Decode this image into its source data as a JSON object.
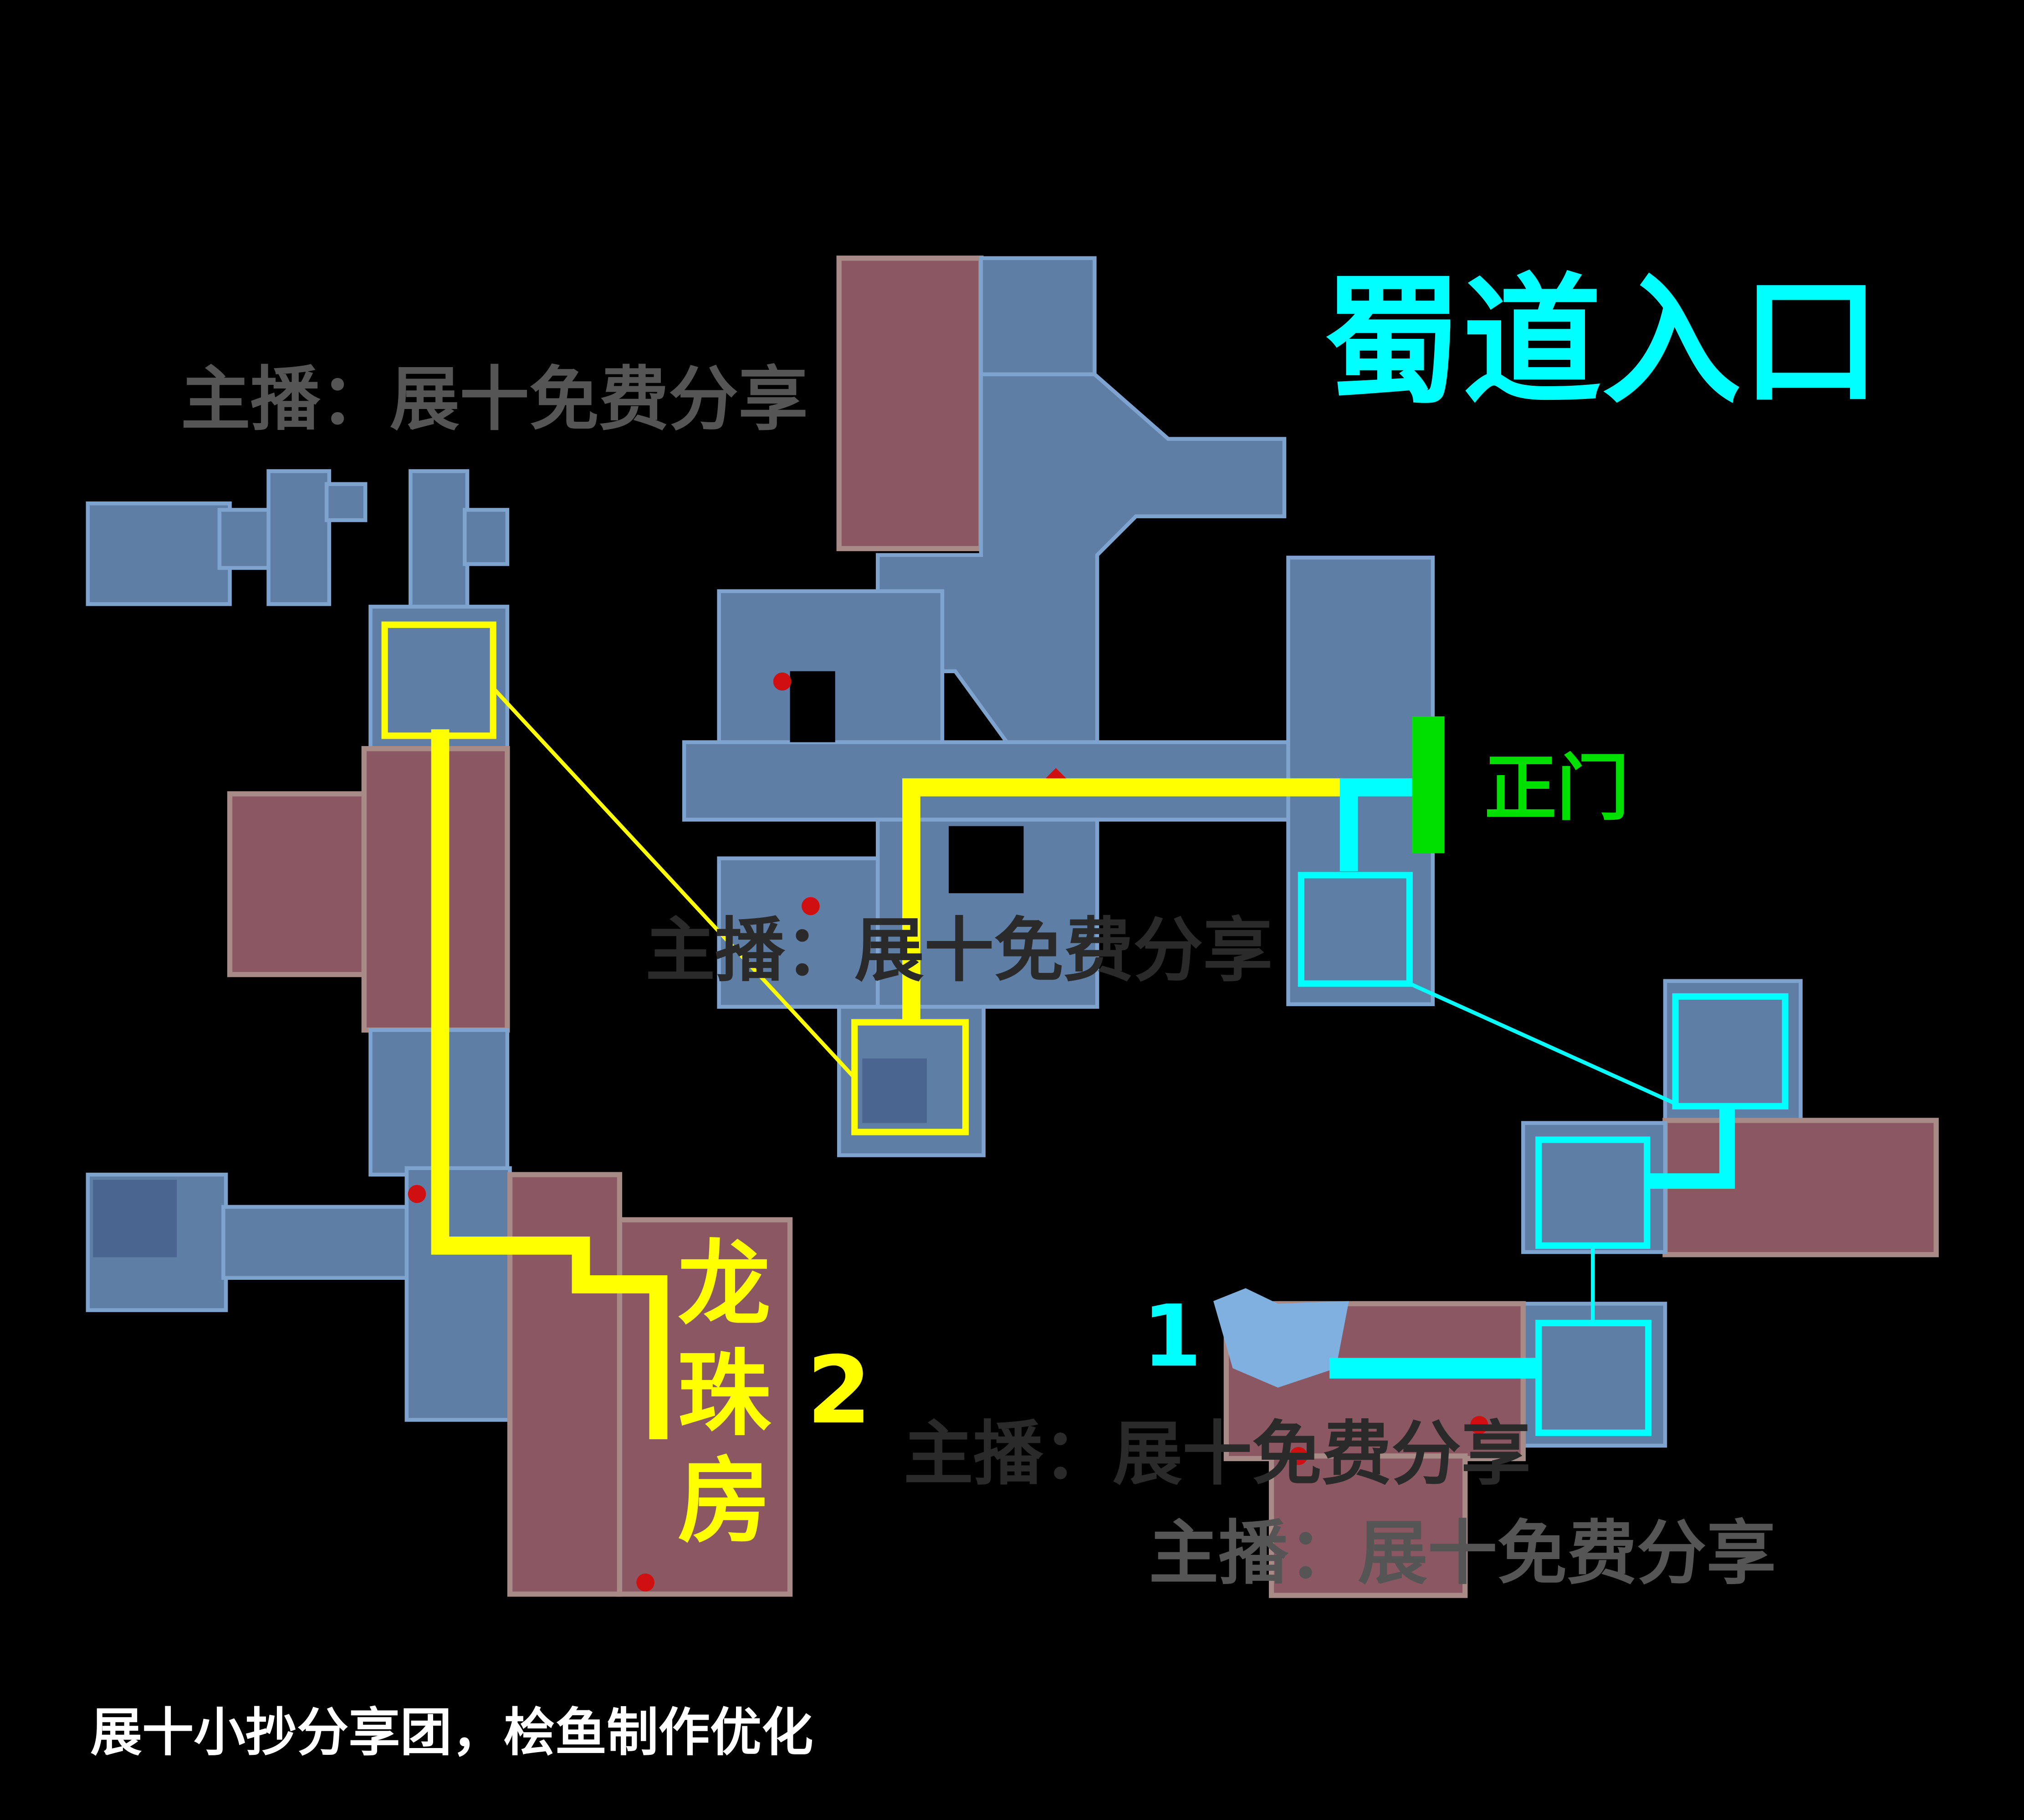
{
  "title": "蜀道入口",
  "entrance_label": "正门",
  "room_label_chars": [
    "龙",
    "珠",
    "房"
  ],
  "markers": {
    "one": "1",
    "two": "2"
  },
  "watermark": "主播：展十免费分享",
  "footer": "展十小抄分享团，桧鱼制作优化",
  "colors": {
    "background": "#000000",
    "floor": "#5f7ea6",
    "room_red": "#8a5763",
    "route_yellow": "#ffff00",
    "route_cyan": "#00ffff",
    "entrance_green": "#00e000"
  }
}
